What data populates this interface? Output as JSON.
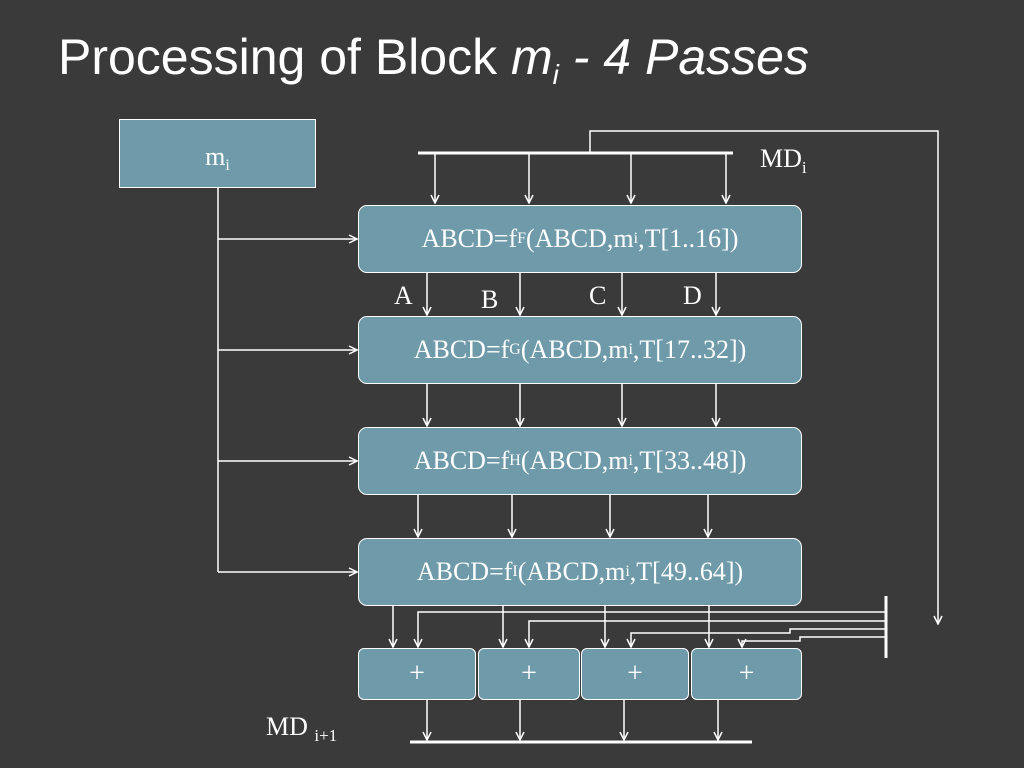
{
  "title": {
    "main": "Processing of Block ",
    "var": "m",
    "sub": "i",
    "tail": " - 4 Passes"
  },
  "input_block": {
    "label": "m",
    "sub": "i"
  },
  "md_in": {
    "label": "MD",
    "sub": "i"
  },
  "md_out": {
    "label": "MD ",
    "sub": "i+1"
  },
  "rounds": [
    {
      "pre": "ABCD=f",
      "fsub": "F",
      "mid": "(ABCD,m",
      "msub": "i",
      "post": ",T[1..16])"
    },
    {
      "pre": "ABCD=f",
      "fsub": "G",
      "mid": "(ABCD,m",
      "msub": "i",
      "post": ",T[17..32])"
    },
    {
      "pre": "ABCD=f",
      "fsub": "H",
      "mid": "(ABCD,m",
      "msub": "i",
      "post": ",T[33..48])"
    },
    {
      "pre": "ABCD=f",
      "fsub": "I",
      "mid": "(ABCD,m",
      "msub": "i",
      "post": ",T[49..64])"
    }
  ],
  "registers": [
    "A",
    "B",
    "C",
    "D"
  ],
  "adders": [
    "+",
    "+",
    "+",
    "+"
  ],
  "colors": {
    "background": "#3a3a3a",
    "box": "#6f9aa9",
    "line": "#ffffff"
  }
}
